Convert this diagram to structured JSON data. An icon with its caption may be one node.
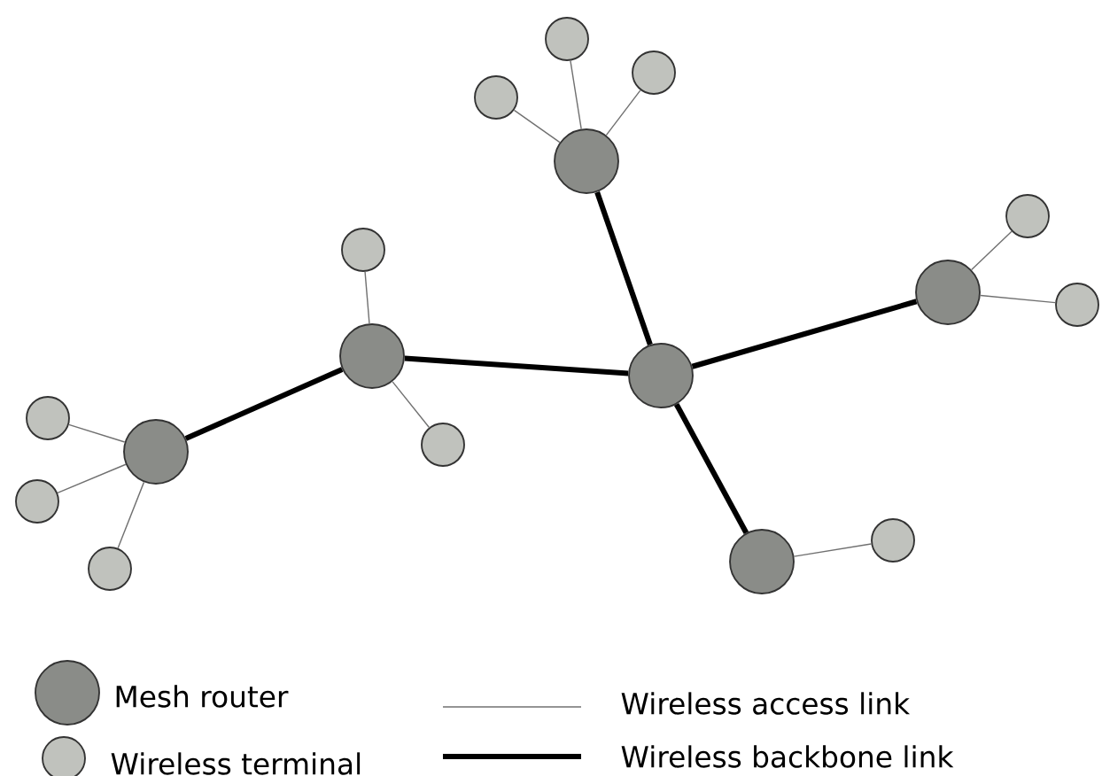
{
  "diagram": {
    "nodes": [
      {
        "text": [],
        "shape": "circle"
      },
      {
        "text": [],
        "shape": "circle"
      },
      {
        "text": [],
        "shape": "circle"
      },
      {
        "text": [],
        "shape": "circle"
      },
      {
        "text": [],
        "shape": "circle"
      },
      {
        "text": [],
        "shape": "circle"
      },
      {
        "text": [],
        "shape": "circle"
      },
      {
        "text": [],
        "shape": "circle"
      },
      {
        "text": [],
        "shape": "circle"
      },
      {
        "text": [],
        "shape": "circle"
      },
      {
        "text": [],
        "shape": "circle"
      },
      {
        "text": [],
        "shape": "circle"
      },
      {
        "text": [],
        "shape": "circle"
      },
      {
        "text": [],
        "shape": "circle"
      },
      {
        "text": [],
        "shape": "circle"
      },
      {
        "text": [],
        "shape": "circle"
      },
      {
        "text": [],
        "shape": "circle"
      }
    ],
    "edges": [
      {
        "from": 3,
        "to": 0,
        "arrow": "none"
      },
      {
        "from": 3,
        "to": 1,
        "arrow": "none"
      },
      {
        "from": 3,
        "to": 2,
        "arrow": "none"
      },
      {
        "from": 5,
        "to": 4,
        "arrow": "none"
      },
      {
        "from": 5,
        "to": 6,
        "arrow": "none"
      },
      {
        "from": 9,
        "to": 7,
        "arrow": "none"
      },
      {
        "from": 9,
        "to": 8,
        "arrow": "none"
      },
      {
        "from": 9,
        "to": 10,
        "arrow": "none"
      },
      {
        "from": 12,
        "to": 13,
        "arrow": "none"
      },
      {
        "from": 14,
        "to": 15,
        "arrow": "none"
      },
      {
        "from": 14,
        "to": 16,
        "arrow": "none"
      },
      {
        "from": 3,
        "to": 5,
        "arrow": "none",
        "style": "thick",
        "color": "#000000"
      },
      {
        "from": 5,
        "to": 11,
        "arrow": "none",
        "style": "thick",
        "color": "#000000"
      },
      {
        "from": 9,
        "to": 11,
        "arrow": "none",
        "style": "thick",
        "color": "#000000"
      },
      {
        "from": 11,
        "to": 14,
        "arrow": "none",
        "style": "thick",
        "color": "#000000"
      },
      {
        "from": 11,
        "to": 12,
        "arrow": "none",
        "style": "thick",
        "color": "#000000"
      }
    ],
    "legend": [
      {
        "text": "Mesh router"
      },
      {
        "text": "Wireless access link"
      },
      {
        "text": "Wireless terminal"
      },
      {
        "text": "Wireless backbone link"
      }
    ]
  }
}
